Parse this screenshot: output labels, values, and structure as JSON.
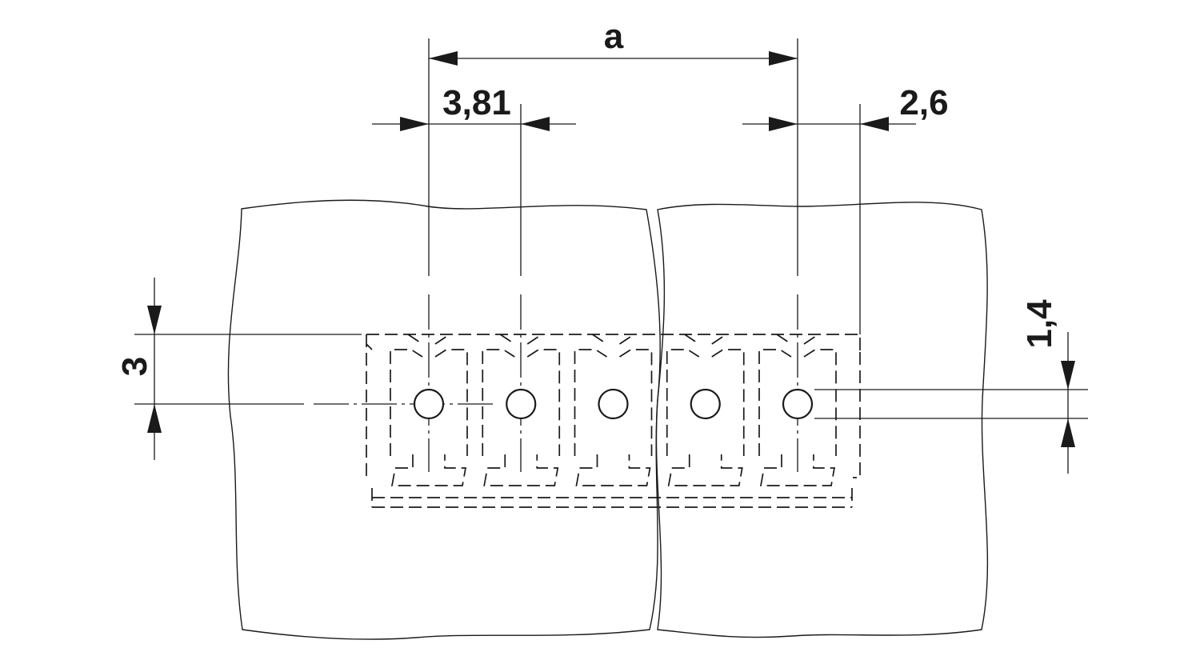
{
  "dimensions": {
    "a": "a",
    "pitch": "3,81",
    "edge": "2,6",
    "row_offset": "3",
    "hole_diameter": "1,4"
  },
  "holes": {
    "count": 5
  },
  "colors": {
    "line": "#1a1a1a",
    "background": "#ffffff"
  }
}
